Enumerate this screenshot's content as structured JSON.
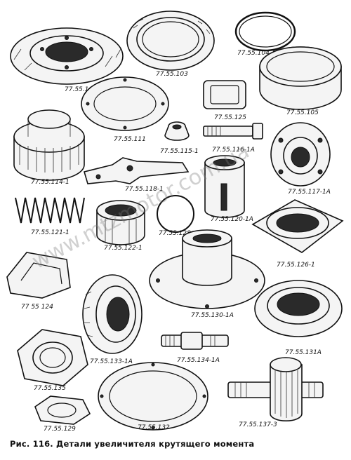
{
  "figure": {
    "caption": "Рис. 116. Детали увеличителя крутящего момента",
    "watermark": "www.mtzmotor.com.ua",
    "part_labels": {
      "p102A": "77.55.102 A",
      "p103": "77.55.103",
      "p104A": "77.55.104 A",
      "p105": "77.55.105",
      "p111": "77.55.111",
      "p114": "77.55.114-1",
      "p115": "77.55.115-1",
      "p116": "77.55.116-1A",
      "p117": "77.55.117-1A",
      "p118": "77.55.118-1",
      "p120": "77.55.120-1A",
      "p121": "77.55.121-1",
      "p122": "77.55.122-1",
      "p124": "77 55 124",
      "p125": "77.55.125",
      "p126": "77.55.126-1",
      "p128": "77.55.128",
      "p129": "77.55.129",
      "p130": "77.55.130-1A",
      "p131": "77.55.131A",
      "p132": "77.55.132",
      "p133": "77.55.133-1A",
      "p134": "77.55.134-1A",
      "p135": "77.55.135",
      "p137": "77.55.137-3"
    }
  }
}
